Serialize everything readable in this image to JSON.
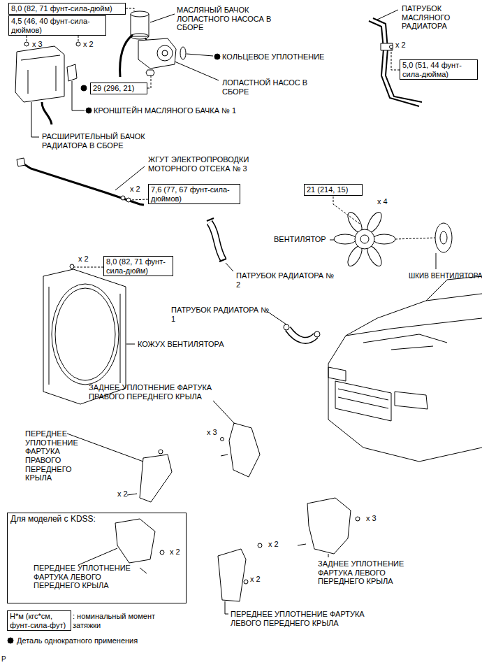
{
  "diagram": {
    "nodes": [
      {
        "text": [
          "8,0 (82, 71 фунт-сила-дюйм)"
        ]
      },
      {
        "text": [
          "4,5 (46, 40 фунт-сила-дюймов)"
        ]
      },
      {
        "text": [
          "29 (296, 21)"
        ]
      },
      {
        "text": [
          "5,0 (51, 44 фунт-сила-дюйма)"
        ]
      },
      {
        "text": [
          "7,6 (77, 67 фунт-сила-дюймов)"
        ]
      },
      {
        "text": [
          "21 (214, 15)"
        ]
      },
      {
        "text": [
          "8,0 (82, 71 фунт-сила-дюйм)"
        ]
      },
      {
        "text": [
          "Для моделей с KDSS:",
          "ПЕРЕДНЕЕ УПЛОТНЕНИЕ ФАРТУКА ЛЕВОГО ПЕРЕДНЕГО КРЫЛА"
        ]
      },
      {
        "text": [
          "Н*м (кгс*см, фунт-сила-фут)"
        ]
      }
    ],
    "labels": [
      "МАСЛЯНЫЙ БАЧОК ЛОПАСТНОГО НАСОСА В СБОРЕ",
      "ПАТРУБОК МАСЛЯНОГО РАДИАТОРА",
      "x 3",
      "x 2",
      "КОЛЬЦЕВОЕ УПЛОТНЕНИЕ",
      "x 2",
      "ЛОПАСТНОЙ НАСОС В СБОРЕ",
      "КРОНШТЕЙН МАСЛЯНОГО БАЧКА № 1",
      "РАСШИРИТЕЛЬНЫЙ БАЧОК РАДИАТОРА В СБОРЕ",
      "ЖГУТ ЭЛЕКТРОПРОВОДКИ МОТОРНОГО ОТСЕКА № 3",
      "x 2",
      "x 4",
      "ВЕНТИЛЯТОР",
      "ШКИВ ВЕНТИЛЯТОРА",
      "x 2",
      "ПАТРУБОК РАДИАТОРА № 2",
      "ПАТРУБОК РАДИАТОРА № 1",
      "КОЖУХ ВЕНТИЛЯТОРА",
      "ЗАДНЕЕ УПЛОТНЕНИЕ ФАРТУКА ПРАВОГО ПЕРЕДНЕГО КРЫЛА",
      "x 3",
      "ПЕРЕДНЕЕ УПЛОТНЕНИЕ ФАРТУКА ПРАВОГО ПЕРЕДНЕГО КРЫЛА",
      "x 2",
      "x 2",
      "x 2",
      "x 3",
      "x 2",
      "ЗАДНЕЕ УПЛОТНЕНИЕ ФАРТУКА ЛЕВОГО ПЕРЕДНЕГО КРЫЛА",
      "ПЕРЕДНЕЕ УПЛОТНЕНИЕ ФАРТУКА ЛЕВОГО ПЕРЕДНЕГО КРЫЛА",
      "P"
    ],
    "legend": [
      {
        "text": ": номинальный момент затяжки"
      },
      {
        "text": "Деталь однократного применения"
      }
    ]
  }
}
